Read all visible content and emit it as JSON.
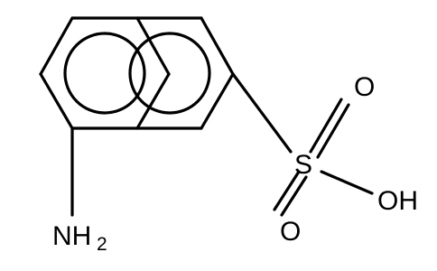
{
  "molecule": {
    "atoms": {
      "sulfur": "S",
      "oxygen_top": "O",
      "oxygen_bottom": "O",
      "hydroxyl": "OH",
      "amine_main": "NH",
      "amine_subscript": "2"
    },
    "colors": {
      "bond": "#000000",
      "text": "#000000",
      "background": "#ffffff"
    }
  }
}
